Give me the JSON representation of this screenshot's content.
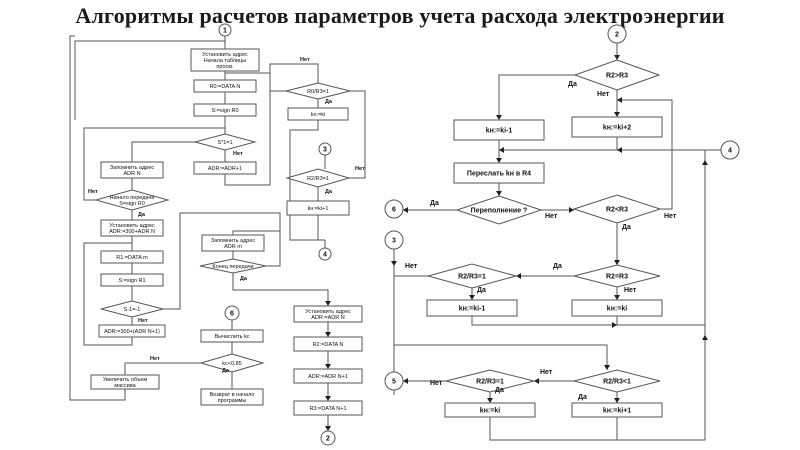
{
  "title": "Алгоритмы расчетов параметров учета расхода электроэнергии",
  "connectors": [
    {
      "id": "c1-top",
      "label": "1"
    },
    {
      "id": "c2-bottom",
      "label": "2"
    },
    {
      "id": "c3-mid",
      "label": "3"
    },
    {
      "id": "c4-mid",
      "label": "4"
    },
    {
      "id": "c6-mid",
      "label": "6"
    },
    {
      "id": "c2-right",
      "label": "2"
    },
    {
      "id": "c4-right",
      "label": "4"
    },
    {
      "id": "c6-right",
      "label": "6"
    },
    {
      "id": "c3-right",
      "label": "3"
    },
    {
      "id": "c5-right",
      "label": "5"
    }
  ],
  "blocks": [
    {
      "id": "b-set-table",
      "type": "process",
      "lines": [
        "Установить адрес",
        "Начала таблицы",
        "просм."
      ]
    },
    {
      "id": "b-r0-data",
      "type": "process",
      "lines": [
        "R0:=DATA N"
      ]
    },
    {
      "id": "b-s-sign",
      "type": "process",
      "lines": [
        "S:=sign R0"
      ]
    },
    {
      "id": "d-s1",
      "type": "decision",
      "lines": [
        "S*1=1"
      ]
    },
    {
      "id": "b-adr-inc",
      "type": "process",
      "lines": [
        "ADR:=ADR+1"
      ]
    },
    {
      "id": "b-save-adrn",
      "type": "process",
      "lines": [
        "Запомнить адрес",
        "ADR N"
      ]
    },
    {
      "id": "d-change",
      "type": "decision",
      "lines": [
        "Начало передачи",
        "S=sign R0"
      ]
    },
    {
      "id": "b-set-adr300",
      "type": "process",
      "lines": [
        "Установить адрес",
        "ADR:=300+ADR N"
      ]
    },
    {
      "id": "b-r1-data",
      "type": "process",
      "lines": [
        "R1:=DATA m"
      ]
    },
    {
      "id": "b-s-sign-r1",
      "type": "process",
      "lines": [
        "S:=sign R1"
      ]
    },
    {
      "id": "d-s-1",
      "type": "decision",
      "lines": [
        "S-1=-1"
      ]
    },
    {
      "id": "b-adr-300n",
      "type": "process",
      "lines": [
        "ADR:=300+(ADR N+1)"
      ]
    },
    {
      "id": "b-save-adrm",
      "type": "process",
      "lines": [
        "Запомнить адрес",
        "ADR m"
      ]
    },
    {
      "id": "d-end-trans",
      "type": "decision",
      "lines": [
        "Конец передачи"
      ]
    },
    {
      "id": "d-r0",
      "type": "decision",
      "lines": [
        "R0/R3=1"
      ]
    },
    {
      "id": "b-kn-ki",
      "type": "process",
      "lines": [
        "kн:=ki"
      ]
    },
    {
      "id": "d-r2r3",
      "type": "decision",
      "lines": [
        "R2/R3=1"
      ]
    },
    {
      "id": "b-kn-ki1",
      "type": "process",
      "lines": [
        "kн:=ki+1"
      ]
    },
    {
      "id": "b-calc-k",
      "type": "process",
      "lines": [
        "Вычислить  kс"
      ]
    },
    {
      "id": "d-k085",
      "type": "decision",
      "lines": [
        "kс<0,85"
      ]
    },
    {
      "id": "b-enlarge",
      "type": "process",
      "lines": [
        "Увеличить объем",
        "массива"
      ]
    },
    {
      "id": "b-return",
      "type": "process",
      "lines": [
        "Возврат в начало",
        "программы"
      ]
    },
    {
      "id": "b-set-adrn",
      "type": "process",
      "lines": [
        "Установить адрес",
        "ADR:=ADR N"
      ]
    },
    {
      "id": "b-r2-data",
      "type": "process",
      "lines": [
        "R2:=DATA N"
      ]
    },
    {
      "id": "b-adr-n1",
      "type": "process",
      "lines": [
        "ADR:=ADR N+1"
      ]
    },
    {
      "id": "b-r3-data",
      "type": "process",
      "lines": [
        "R3:=DATA N+1"
      ]
    },
    {
      "id": "d-r2-gt-r3",
      "type": "decision",
      "lines": [
        "R2>R3"
      ]
    },
    {
      "id": "b-kn-ki-1",
      "type": "process",
      "lines": [
        "kн:=ki-1"
      ]
    },
    {
      "id": "b-kn-ki2",
      "type": "process",
      "lines": [
        "kн:=ki+2"
      ]
    },
    {
      "id": "b-store-r4",
      "type": "process",
      "lines": [
        "Переслать  kн в R4"
      ]
    },
    {
      "id": "d-overflow",
      "type": "decision",
      "lines": [
        "Переполнение  ?"
      ]
    },
    {
      "id": "d-r2-lt-r3",
      "type": "decision",
      "lines": [
        "R2<R3"
      ]
    },
    {
      "id": "d-r2r3-eq-1",
      "type": "decision",
      "lines": [
        "R2/R3=1"
      ]
    },
    {
      "id": "d-r2-r3",
      "type": "decision",
      "lines": [
        "R2=R3"
      ]
    },
    {
      "id": "b-kn-ki-1b",
      "type": "process",
      "lines": [
        "kн:=ki-1"
      ]
    },
    {
      "id": "b-kn-ki-b",
      "type": "process",
      "lines": [
        "kн:=ki"
      ]
    },
    {
      "id": "d-r2r3-1b",
      "type": "decision",
      "lines": [
        "R2/R3=1"
      ]
    },
    {
      "id": "d-r2r3-lt1",
      "type": "decision",
      "lines": [
        "R2/R3<1"
      ]
    },
    {
      "id": "b-kn-ki-c",
      "type": "process",
      "lines": [
        "kн:=ki"
      ]
    },
    {
      "id": "b-kn-ki1-c",
      "type": "process",
      "lines": [
        "kн:=ki+1"
      ]
    }
  ],
  "edge_labels": {
    "yes": "Да",
    "no": "Нет"
  }
}
